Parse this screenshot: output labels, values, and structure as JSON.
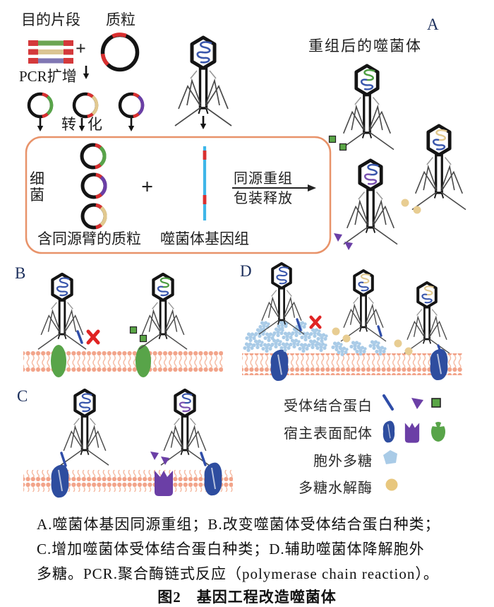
{
  "figure": {
    "panel_labels": {
      "a": "A",
      "b": "B",
      "c": "C",
      "d": "D"
    },
    "top_flow": {
      "target_fragment_label": "目的片段",
      "plasmid_label": "质粒",
      "plus": "+",
      "pcr_label": "PCR扩增",
      "transform_label": "转化"
    },
    "recombination_box": {
      "bacteria_label": "细菌",
      "plus": "+",
      "homology_plasmid_label": "含同源臂的质粒",
      "phage_genome_label": "噬菌体基因组",
      "arrow_label_top": "同源重组",
      "arrow_label_bottom": "包装释放"
    },
    "panel_a_title": "重组后的噬菌体",
    "legend": {
      "rows": [
        {
          "label": "受体结合蛋白",
          "symbols": [
            "blue-slash",
            "purple-triangle",
            "green-square"
          ]
        },
        {
          "label": "宿主表面配体",
          "symbols": [
            "blue-blob",
            "purple-cup",
            "green-oval"
          ]
        },
        {
          "label": "胞外多糖",
          "symbols": [
            "light-blue-pentagon"
          ]
        },
        {
          "label": "多糖水解酶",
          "symbols": [
            "tan-circle"
          ]
        }
      ]
    },
    "caption": {
      "line1": "A.噬菌体基因同源重组；B.改变噬菌体受体结合蛋白种类；",
      "line2": "C.增加噬菌体受体结合蛋白种类；D.辅助噬菌体降解胞外",
      "line3": "多糖。PCR.聚合酶链式反应（polymerase chain reaction）。",
      "figure_title": "图2　基因工程改造噬菌体"
    },
    "colors": {
      "box_border": "#e8936a",
      "membrane": "#f2a48a",
      "red": "#d92f2f",
      "green": "#58a449",
      "tan": "#e2c98f",
      "purple": "#6b3fa6",
      "blue": "#2f4da8",
      "genome_cyan": "#3fb6e8",
      "polysaccharide_blue": "#a9cbe7",
      "enzyme_tan": "#e8c77e"
    }
  }
}
